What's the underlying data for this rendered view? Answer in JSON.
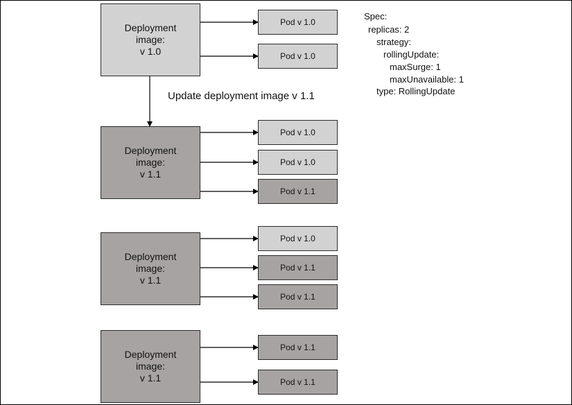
{
  "colors": {
    "v1_0": "#d2d2d2",
    "v1_1": "#a7a3a3",
    "line": "#000000"
  },
  "caption": "Update deployment image v 1.1",
  "spec": {
    "lines": [
      "Spec:",
      "replicas: 2",
      "strategy:",
      "rollingUpdate:",
      "maxSurge: 1",
      "maxUnavailable: 1",
      "type: RollingUpdate"
    ]
  },
  "stages": [
    {
      "deployment": {
        "title": "Deployment",
        "sub": "image:",
        "version": "v 1.0"
      },
      "pods": [
        "Pod v 1.0",
        "Pod v 1.0"
      ]
    },
    {
      "deployment": {
        "title": "Deployment",
        "sub": "image:",
        "version": "v 1.1"
      },
      "pods": [
        "Pod v 1.0",
        "Pod v 1.0",
        "Pod v 1.1"
      ]
    },
    {
      "deployment": {
        "title": "Deployment",
        "sub": "image:",
        "version": "v 1.1"
      },
      "pods": [
        "Pod v 1.0",
        "Pod v 1.1",
        "Pod v 1.1"
      ]
    },
    {
      "deployment": {
        "title": "Deployment",
        "sub": "image:",
        "version": "v 1.1"
      },
      "pods": [
        "Pod v 1.1",
        "Pod v 1.1"
      ]
    }
  ]
}
